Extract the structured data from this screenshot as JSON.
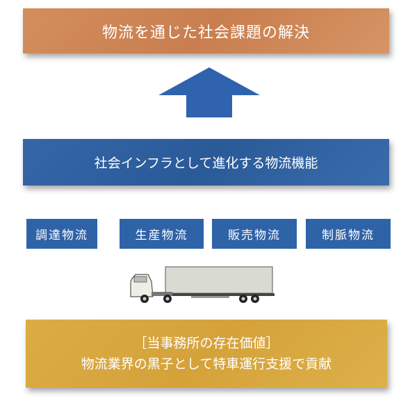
{
  "top": {
    "label": "物流を通じた社会課題の解決"
  },
  "middle": {
    "label": "社会インフラとして進化する物流機能"
  },
  "functions": [
    "調達物流",
    "生産物流",
    "販売物流",
    "制脈物流"
  ],
  "bottom": {
    "line1": "［当事務所の存在価値］",
    "line2": "物流業界の黒子として特車運行支援で貢献"
  },
  "colors": {
    "top": "#d08a5a",
    "middle": "#2f5f9e",
    "arrow": "#2f63ae",
    "bottom": "#d9a83e"
  }
}
